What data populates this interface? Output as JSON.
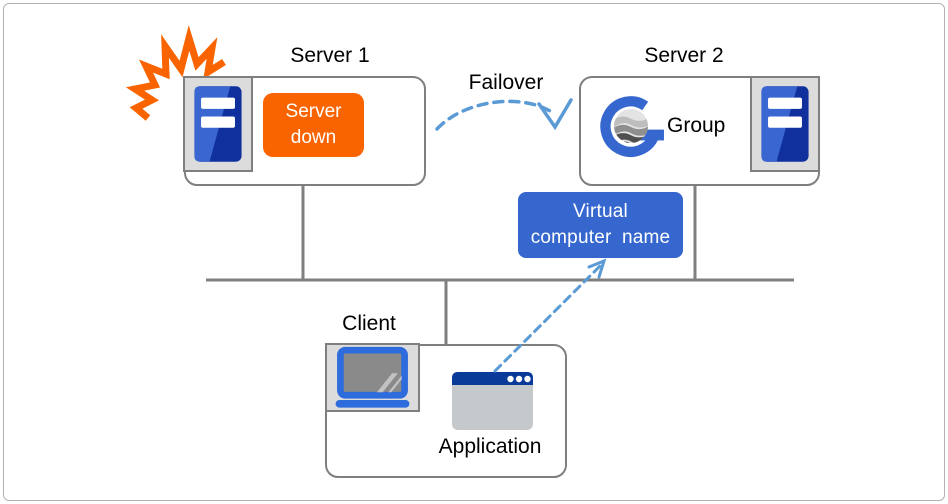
{
  "diagram": {
    "labels": {
      "server1": "Server 1",
      "server2": "Server 2",
      "failover": "Failover",
      "group": "Group",
      "client": "Client",
      "application": "Application"
    },
    "server_down_chip": {
      "line1": "Server",
      "line2": "down"
    },
    "virtual_name_chip": {
      "line1": "Virtual",
      "line2": "computer name"
    },
    "colors": {
      "accent_orange": "#FA6400",
      "accent_blue": "#3667CF",
      "server_blue_light": "#3A66D2",
      "server_blue_dark": "#10309E",
      "laptop_blue": "#2E6BDC",
      "titlebar_navy": "#0A3A99",
      "arrow_blue": "#5B9BD5",
      "line_gray": "#7F7F7F",
      "icon_bg_gray": "#DCDCDC",
      "screen_gray": "#8A8A8A",
      "window_gray": "#C6C9CC"
    }
  }
}
